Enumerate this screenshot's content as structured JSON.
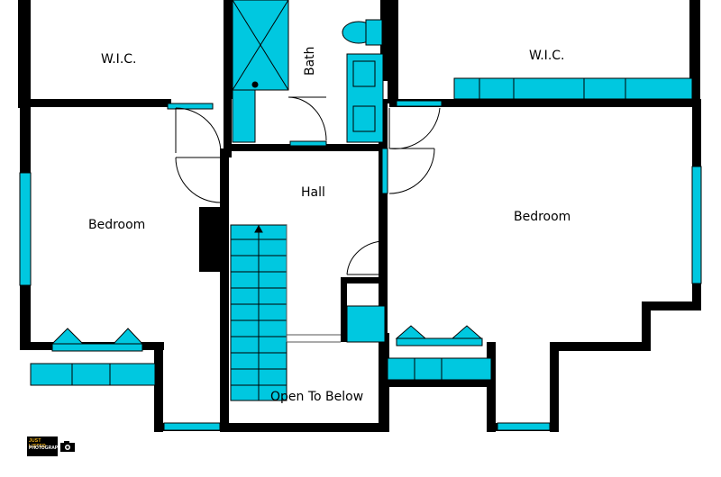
{
  "colors": {
    "wall": "#000000",
    "fixture": "#00c8e0",
    "background": "#ffffff"
  },
  "rooms": {
    "wic_left": "W.I.C.",
    "wic_right": "W.I.C.",
    "bath": "Bath",
    "bedroom_left": "Bedroom",
    "bedroom_right": "Bedroom",
    "hall": "Hall",
    "open_to_below": "Open To Below"
  },
  "logo": {
    "line1": "JUST LISTED",
    "line2": "PHOTOGRAPHY",
    "icon": "camera-icon"
  }
}
